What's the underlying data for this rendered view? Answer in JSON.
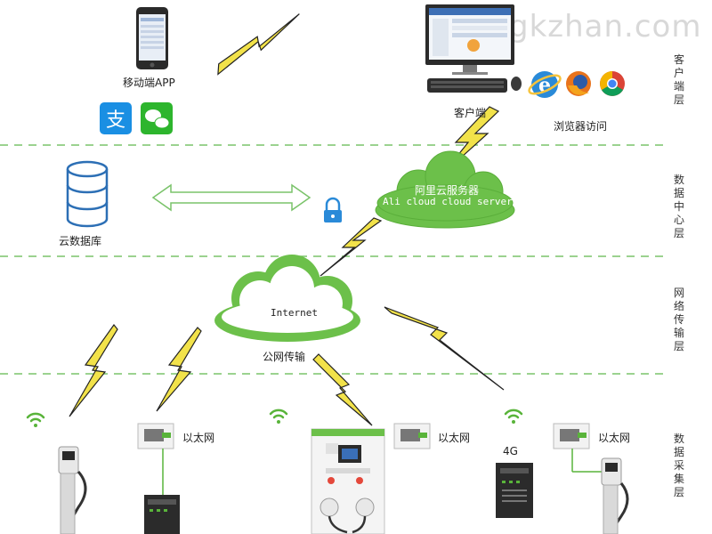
{
  "watermark": "gkzhan.com",
  "labels": {
    "mobile_app": "移动端APP",
    "client": "客户端",
    "browser_access": "浏览器访问",
    "cloud_db": "云数据库",
    "aliyun_server": "阿里云服务器",
    "aliyun_server_en": "Ali cloud  cloud server",
    "internet": "Internet",
    "public_net": "公网传输",
    "ethernet_1": "以太网",
    "ethernet_2": "以太网",
    "ethernet_3": "以太网",
    "net_4g": "4G"
  },
  "layers": {
    "client_layer": "客户端层",
    "data_center_layer": "数据中心层",
    "network_layer": "网络传输层",
    "acquisition_layer": "数据采集层"
  },
  "icons": {
    "alipay": "alipay-icon",
    "wechat": "wechat-icon",
    "ie": "internet-explorer-icon",
    "firefox": "firefox-icon",
    "chrome": "chrome-icon",
    "lock": "lock-icon"
  },
  "colors": {
    "cloud": "#6cc04a",
    "lightning": "#f2e24a",
    "dash": "#7ac36a",
    "arrow": "#7ac36a"
  }
}
